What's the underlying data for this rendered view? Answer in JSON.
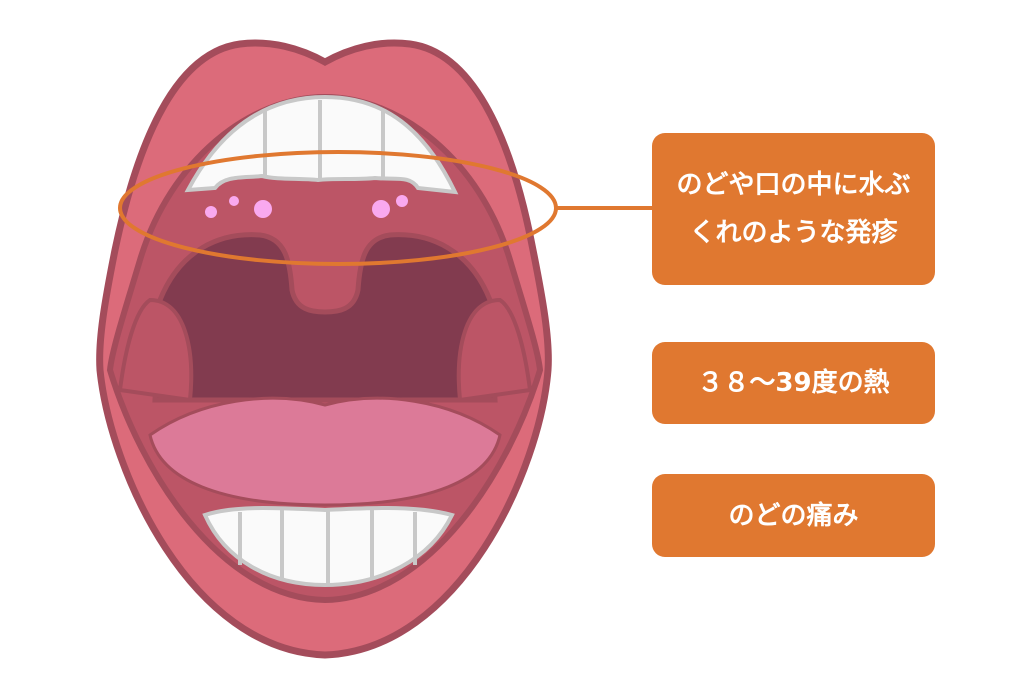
{
  "labels": [
    {
      "text": "のどや口の中に水ぶくれのような発疹"
    },
    {
      "text": "３８〜39度の熱"
    },
    {
      "text": "のどの痛み"
    }
  ],
  "colors": {
    "accent": "#e07830",
    "lip": "#dc6b7a",
    "lip_outline": "#a44c5b",
    "palate": "#bc5566",
    "throat": "#823b4f",
    "tongue": "#dc7a98",
    "blister": "#f9a9ef"
  }
}
